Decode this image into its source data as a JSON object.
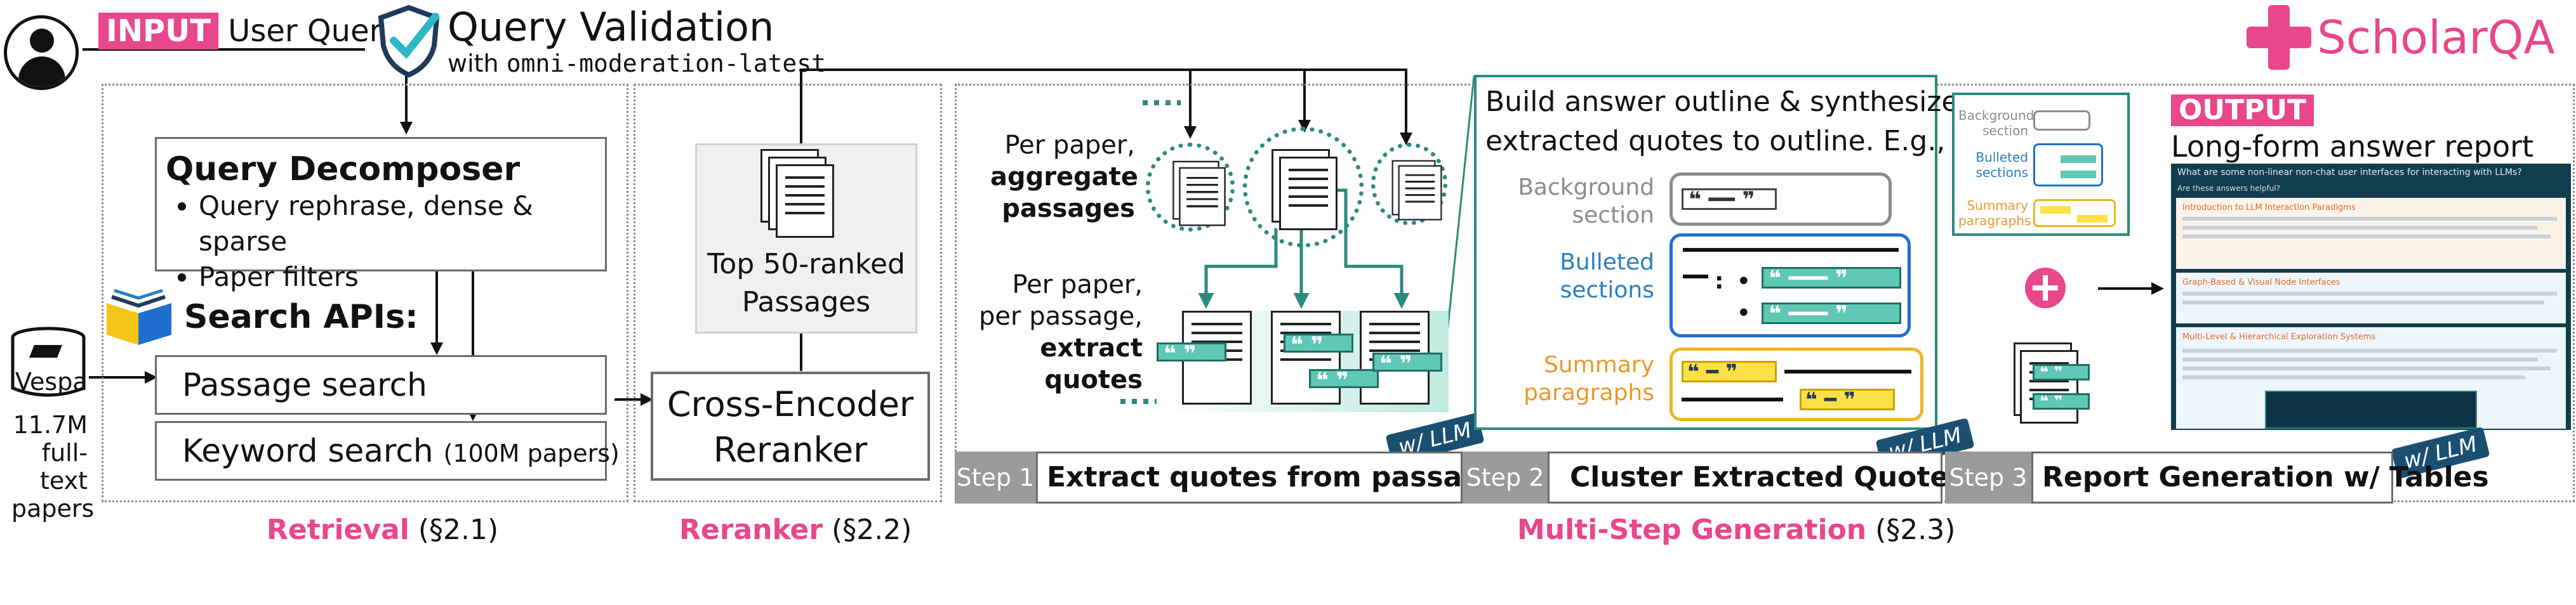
{
  "header": {
    "input_badge": "INPUT",
    "user_query": "User Query",
    "validation_title": "Query Validation",
    "validation_with": "with",
    "validation_model": "omni-moderation-latest",
    "logo_text": "ScholarQA"
  },
  "retrieval": {
    "decomposer_title": "Query Decomposer",
    "decomposer_items": [
      "Query rephrase, dense & sparse",
      "Paper filters"
    ],
    "search_apis_title": "Search APIs:",
    "passage_search": "Passage search",
    "keyword_search": "Keyword search",
    "keyword_search_note": "(100M papers)",
    "vespa_label": "Vespa",
    "corpus_count": "11.7M",
    "corpus_line2": "full-text",
    "corpus_line3": "papers",
    "caption_name": "Retrieval",
    "caption_ref": "(§2.1)"
  },
  "reranker": {
    "top_line1": "Top 50-ranked",
    "top_line2": "Passages",
    "encoder_line1": "Cross-Encoder",
    "encoder_line2": "Reranker",
    "caption_name": "Reranker",
    "caption_ref": "(§2.2)"
  },
  "step1": {
    "per_paper": "Per paper,",
    "aggregate": "aggregate",
    "passages": "passages",
    "per_paper2": "Per paper,",
    "per_passage": "per passage,",
    "extract_quotes": "extract quotes",
    "llm": "w/ LLM",
    "step_label": "Step 1",
    "step_title": "Extract quotes from passages"
  },
  "step2": {
    "intro_line1": "Build answer outline & synthesize",
    "intro_line2": "extracted  quotes to outline. E.g.,",
    "background_line1": "Background",
    "background_line2": "section",
    "bulleted_line1": "Bulleted",
    "bulleted_line2": "sections",
    "summary_line1": "Summary",
    "summary_line2": "paragraphs",
    "llm": "w/ LLM",
    "step_label": "Step 2",
    "step_title": "Cluster Extracted Quotes"
  },
  "step3": {
    "mini_background_line1": "Background",
    "mini_background_line2": "section",
    "mini_bulleted_line1": "Bulleted",
    "mini_bulleted_line2": "sections",
    "mini_summary_line1": "Summary",
    "mini_summary_line2": "paragraphs",
    "output_badge": "OUTPUT",
    "output_title": "Long-form answer report",
    "report_question": "What are some non-linear non-chat user interfaces for interacting with LLMs?",
    "report_helpful": "Are these answers helpful?",
    "report_section1": "Introduction to LLM Interaction Paradigms",
    "report_section2": "Graph-Based & Visual Node Interfaces",
    "report_section3": "Multi-Level & Hierarchical Exploration Systems",
    "llm": "w/ LLM",
    "step_label": "Step 3",
    "step_title": "Report Generation w/ Tables"
  },
  "generation_caption": {
    "name": "Multi-Step Generation",
    "ref": "(§2.3)"
  },
  "colors": {
    "brand_pink": "#e8478b",
    "teal": "#2c8a7c",
    "navy": "#1b4f72",
    "blue_label": "#2a7fc1",
    "orange_label": "#e89a2e",
    "yellow": "#fde047"
  }
}
